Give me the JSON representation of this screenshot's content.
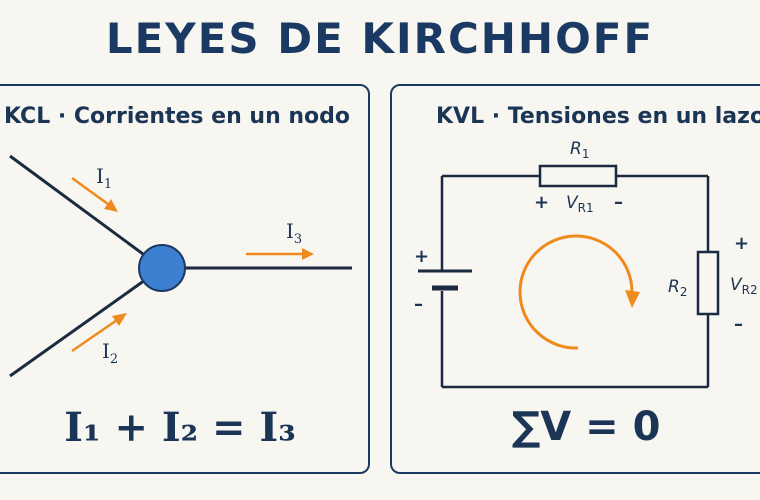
{
  "title": "LEYES DE KIRCHHOFF",
  "kcl": {
    "heading": "KCL · Corrientes en un nodo",
    "current_1": "I",
    "current_1_sub": "1",
    "current_2": "I",
    "current_2_sub": "2",
    "current_3": "I",
    "current_3_sub": "3",
    "equation": "I₁ + I₂ = I₃"
  },
  "kvl": {
    "heading": "KVL · Tensiones en un lazo",
    "r1_label": "R",
    "r1_sub": "1",
    "r2_label": "R",
    "r2_sub": "2",
    "vr1_label": "V",
    "vr1_sub": "R1",
    "vr2_label": "V",
    "vr2_sub": "R2",
    "plus": "+",
    "minus": "–",
    "equation": "∑V = 0"
  },
  "colors": {
    "navy": "#1b3a63",
    "node_blue": "#3d7fd1",
    "arrow_orange": "#ef8a1f",
    "background": "#f8f6f0"
  }
}
